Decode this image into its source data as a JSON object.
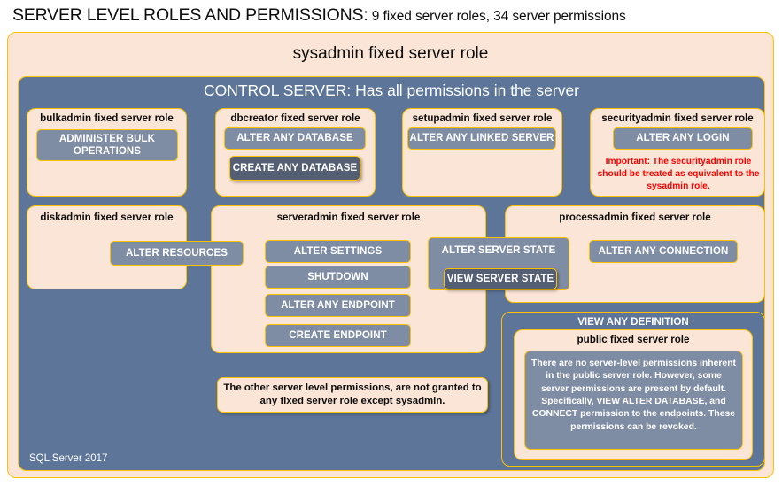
{
  "title": {
    "main": "SERVER LEVEL ROLES AND PERMISSIONS:",
    "sub": " 9 fixed server roles, 34 server permissions"
  },
  "sysadmin": {
    "label": "sysadmin  fixed  server  role"
  },
  "control_server": {
    "label": "CONTROL SERVER: Has all permissions in the server"
  },
  "roles": {
    "bulkadmin": {
      "title": "bulkadmin  fixed server role",
      "permissions": [
        {
          "label": "ADMINISTER  BULK OPERATIONS"
        }
      ]
    },
    "dbcreator": {
      "title": "dbcreator fixed server role",
      "permissions": [
        {
          "label": "ALTER ANY DATABASE"
        },
        {
          "label": "CREATE  ANY DATABASE"
        }
      ]
    },
    "setupadmin": {
      "title": "setupadmin fixed server role",
      "permissions": [
        {
          "label": "ALTER ANY LINKED SERVER"
        }
      ]
    },
    "securityadmin": {
      "title": "securityadmin fixed server role",
      "permissions": [
        {
          "label": "ALTER ANY LOGIN"
        }
      ],
      "note": "Important:  The securityadmin role should  be treated as equivalent to the  sysadmin role."
    },
    "diskadmin": {
      "title": "diskadmin fixed server role",
      "permissions": [
        {
          "label": "ALTER RESOURCES"
        }
      ]
    },
    "serveradmin": {
      "title": "serveradmin fixed server role",
      "permissions": [
        {
          "label": "ALTER SETTINGS"
        },
        {
          "label": "SHUTDOWN"
        },
        {
          "label": "ALTER ANY ENDPOINT"
        },
        {
          "label": "CREATE  ENDPOINT"
        },
        {
          "label": "ALTER SERVER  STATE"
        },
        {
          "label": "VIEW SERVER  STATE"
        }
      ]
    },
    "processadmin": {
      "title": "processadmin fixed server role",
      "permissions": [
        {
          "label": "ALTER ANY CONNECTION"
        }
      ]
    },
    "public": {
      "view_any_definition": "VIEW  ANY DEFINITION",
      "title": "public  fixed server role",
      "note": "There are no server-level permissions inherent in the public server role. However, some server permissions are present by default. Specifically, VIEW ALTER DATABASE, and CONNECT permission to the endpoints. These permissions can be revoked."
    }
  },
  "notes": {
    "other_permissions": "The other server level permissions,  are not granted to any fixed server role except sysadmin."
  },
  "footer": {
    "version": "SQL Server 2017"
  },
  "colors": {
    "peach": "#fbe5d6",
    "gold_border": "#ffc000",
    "slate": "#5c7599",
    "permission": "#7f8da4",
    "permission_dark": "#555f73",
    "warning_red": "#ff0000",
    "text_dark": "#0d0d0d",
    "text_light": "#ffffff"
  }
}
